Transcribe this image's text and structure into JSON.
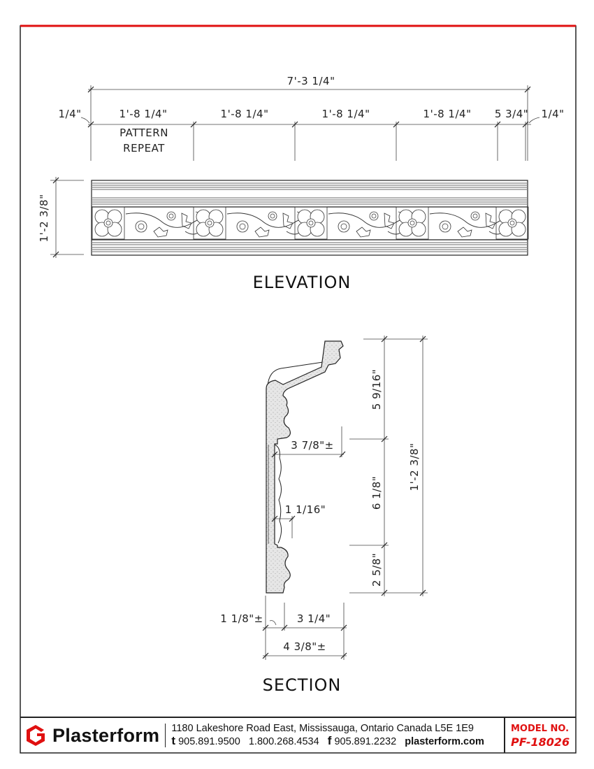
{
  "colors": {
    "accent": "#e01010",
    "ink": "#222222"
  },
  "elevation": {
    "title": "ELEVATION",
    "overall_width": "7'-3 1/4\"",
    "left_offset": "1/4\"",
    "repeats": [
      "1'-8 1/4\"",
      "1'-8 1/4\"",
      "1'-8 1/4\"",
      "1'-8 1/4\""
    ],
    "end_piece": "5 3/4\"",
    "right_offset": "1/4\"",
    "pattern_repeat": [
      "PATTERN",
      "REPEAT"
    ],
    "height": "1'-2 3/8\""
  },
  "section": {
    "title": "SECTION",
    "upper": "5 9/16\"",
    "middle": "6 1/8\"",
    "lower": "2 5/8\"",
    "total_height": "1'-2 3/8\"",
    "projection": "3 7/8\"±",
    "thickness": "1 1/16\"",
    "base_offset": "1 1/8\"±",
    "base_width": "3 1/4\"",
    "total_depth": "4 3/8\"±"
  },
  "footer": {
    "brand": "Plasterform",
    "address": "1180 Lakeshore Road East, Mississauga, Ontario  Canada  L5E 1E9",
    "tel_label": "t",
    "tel": "905.891.9500",
    "tollfree": "1.800.268.4534",
    "fax_label": "f",
    "fax": "905.891.2232",
    "website": "plasterform.com",
    "model_label": "MODEL NO.",
    "model_number": "PF-18026"
  }
}
